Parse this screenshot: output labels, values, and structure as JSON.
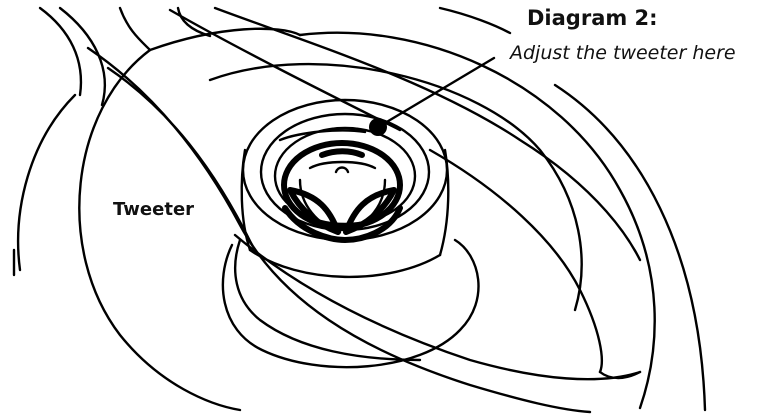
{
  "labels": {
    "title": "Diagram 2:",
    "caption": "Adjust the tweeter here",
    "part": "Tweeter"
  },
  "colors": {
    "ink": "#000000",
    "background": "#ffffff"
  }
}
